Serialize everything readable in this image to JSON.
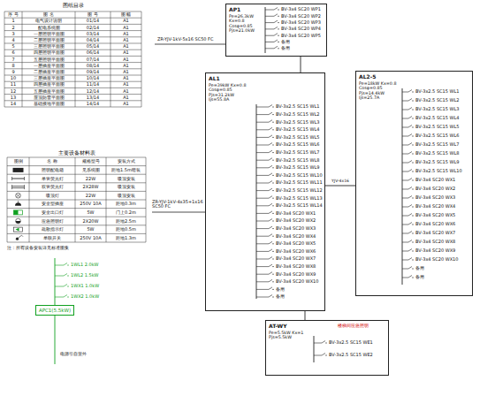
{
  "diagram": {
    "nodes": [
      {
        "text": [
          "AP1",
          "Pe=26.3kW Kx=0.8 Cosφ=0.85 Pjs=21.0kW"
        ]
      },
      {
        "text": [
          "AL1",
          "Pe=39kW Kx=0.8 Cosφ=0.85 Pjs=31.2kW Ijs=55.8A"
        ]
      },
      {
        "text": [
          "AL2-5",
          "Pe=18kW Kx=0.8 Cosφ=0.85 Pjs=14.4kW Ijs=25.7A"
        ]
      },
      {
        "text": [
          "AT-WY",
          "Pe=5.5kW Kx=1 Pjs=5.5kW"
        ]
      },
      {
        "text": [
          "APC1(5.5kW)"
        ]
      }
    ],
    "edges": [
      {
        "from": 0,
        "to": 1,
        "arrow": "none"
      },
      {
        "from": 1,
        "to": 2,
        "label": "YJV-4x16",
        "arrow": "none"
      },
      {
        "from": 1,
        "to": 3,
        "arrow": "none"
      }
    ],
    "labels": [
      "图纸目录",
      "序 号",
      "图 名",
      "图 号",
      "图 幅",
      "1",
      "电气设计说明",
      "01/14",
      "A1",
      "2",
      "配电系统图",
      "02/14",
      "A1",
      "3",
      "一层照明平面图",
      "03/14",
      "A1",
      "4",
      "二层照明平面图",
      "04/14",
      "A1",
      "5",
      "三层照明平面图",
      "05/14",
      "A1",
      "6",
      "四层照明平面图",
      "06/14",
      "A1",
      "7",
      "五层照明平面图",
      "07/14",
      "A1",
      "8",
      "一层插座平面图",
      "08/14",
      "A1",
      "9",
      "二层插座平面图",
      "09/14",
      "A1",
      "10",
      "三层插座平面图",
      "10/14",
      "A1",
      "11",
      "四层插座平面图",
      "11/14",
      "A1",
      "12",
      "五层插座平面图",
      "12/14",
      "A1",
      "13",
      "屋顶防雷平面图",
      "13/14",
      "A1",
      "14",
      "基础接地平面图",
      "14/14",
      "A1",
      "主要设备材料表",
      "图例",
      "名 称",
      "规格型号",
      "安装方式",
      "照明配电箱",
      "见系统图",
      "距地1.5m暗装",
      "单管荧光灯",
      "22W",
      "吸顶安装",
      "双管荧光灯",
      "2X28W",
      "吸顶安装",
      "吸顶灯",
      "22W",
      "吸顶安装",
      "安全型插座",
      "250V 10A",
      "距地0.3m",
      "安全出口灯",
      "5W",
      "门上0.2m",
      "应急照明灯",
      "2X20W",
      "距地2.5m",
      "疏散指示灯",
      "5W",
      "距地0.5m",
      "单联开关",
      "250V 10A",
      "距地1.3m",
      "注：所有设备安装详见标准图集",
      "BV-3x4 SC20 WP1",
      "BV-3x4 SC20 WP2",
      "BV-3x4 SC20 WP3",
      "BV-3x4 SC20 WP4",
      "BV-3x4 SC20 WP5",
      "备用",
      "备用",
      "ZR-YJV-1kV-5x16 SC50 FC",
      "BV-3x2.5 SC15 WL1",
      "BV-3x2.5 SC15 WL2",
      "BV-3x2.5 SC15 WL3",
      "BV-3x2.5 SC15 WL4",
      "BV-3x2.5 SC15 WL5",
      "BV-3x2.5 SC15 WL6",
      "BV-3x2.5 SC15 WL7",
      "BV-3x2.5 SC15 WL8",
      "BV-3x2.5 SC15 WL9",
      "BV-3x2.5 SC15 WL10",
      "BV-3x2.5 SC15 WL11",
      "BV-3x2.5 SC15 WL12",
      "BV-3x2.5 SC15 WL13",
      "BV-3x2.5 SC15 WL14",
      "BV-3x4 SC20 WX1",
      "BV-3x4 SC20 WX2",
      "BV-3x4 SC20 WX3",
      "BV-3x4 SC20 WX4",
      "BV-3x4 SC20 WX5",
      "BV-3x4 SC20 WX6",
      "BV-3x4 SC20 WX7",
      "BV-3x4 SC20 WX8",
      "BV-3x4 SC20 WX9",
      "BV-3x4 SC20 WX10",
      "备用",
      "备用",
      "ZR-YJV-1kV-4x35+1x16 SC50 FC",
      "BV-3x2.5 SC15 WL1",
      "BV-3x2.5 SC15 WL2",
      "BV-3x2.5 SC15 WL3",
      "BV-3x2.5 SC15 WL4",
      "BV-3x2.5 SC15 WL5",
      "BV-3x2.5 SC15 WL6",
      "BV-3x2.5 SC15 WL7",
      "BV-3x2.5 SC15 WL8",
      "BV-3x2.5 SC15 WL9",
      "BV-3x2.5 SC15 WL10",
      "BV-3x4 SC20 WX1",
      "BV-3x4 SC20 WX2",
      "BV-3x4 SC20 WX3",
      "BV-3x4 SC20 WX4",
      "BV-3x4 SC20 WX5",
      "BV-3x4 SC20 WX6",
      "BV-3x4 SC20 WX7",
      "BV-3x4 SC20 WX8",
      "BV-3x4 SC20 WX9",
      "BV-3x4 SC20 WX10",
      "备用",
      "备用",
      "楼梯间应急照明",
      "BV-3x2.5 SC15 WE1",
      "BV-3x2.5 SC15 WE2",
      "1WL1 2.0kW",
      "1WL2 1.5kW",
      "1WX1 1.0kW",
      "1WX2 1.0kW",
      "电源引自室外"
    ]
  }
}
